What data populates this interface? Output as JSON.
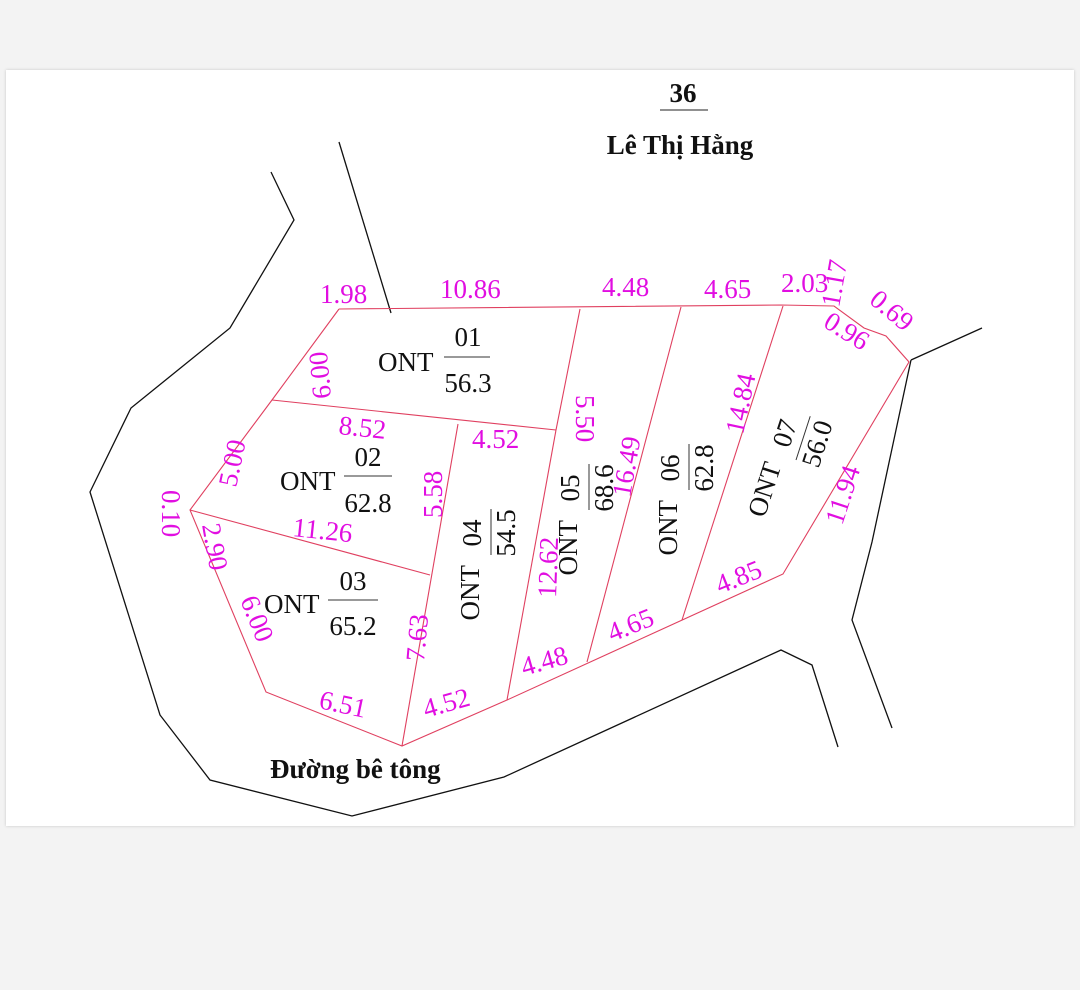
{
  "header": {
    "parcel_number": "36",
    "owner": "Lê Thị Hằng"
  },
  "road_label": "Đường bê tông",
  "lots": [
    {
      "type": "ONT",
      "number": "01",
      "area": "56.3"
    },
    {
      "type": "ONT",
      "number": "02",
      "area": "62.8"
    },
    {
      "type": "ONT",
      "number": "03",
      "area": "65.2"
    },
    {
      "type": "ONT",
      "number": "04",
      "area": "54.5"
    },
    {
      "type": "ONT",
      "number": "05",
      "area": "68.6"
    },
    {
      "type": "ONT",
      "number": "06",
      "area": "62.8"
    },
    {
      "type": "ONT",
      "number": "07",
      "area": "56.0"
    }
  ],
  "dimensions": {
    "top_1_98": "1.98",
    "top_10_86": "10.86",
    "top_4_48": "4.48",
    "top_4_65": "4.65",
    "top_2_03": "2.03",
    "top_1_17": "1.17",
    "top_0_69": "0.69",
    "top_0_96": "0.96",
    "l01_left": "6.00",
    "l01_right": "5.50",
    "l02_top": "8.52",
    "l02_left": "5.00",
    "l02_right": "5.58",
    "l02_bottom": "11.26",
    "l03_left_0_10": "0.10",
    "l03_left_2_90": "2.90",
    "l03_left_6_00": "6.00",
    "l03_bottom": "6.51",
    "l03_right": "7.63",
    "l04_top": "4.52",
    "l04_bottom": "4.52",
    "l05_left": "12.62",
    "l05_right": "16.49",
    "l05_bottom": "4.48",
    "l06_right": "14.84",
    "l06_bottom": "4.65",
    "l07_right": "11.94",
    "l07_bottom": "4.85"
  },
  "colors": {
    "dimension_text": "#e10ee1",
    "lot_lines": "#e04060",
    "road_lines": "#111111"
  }
}
